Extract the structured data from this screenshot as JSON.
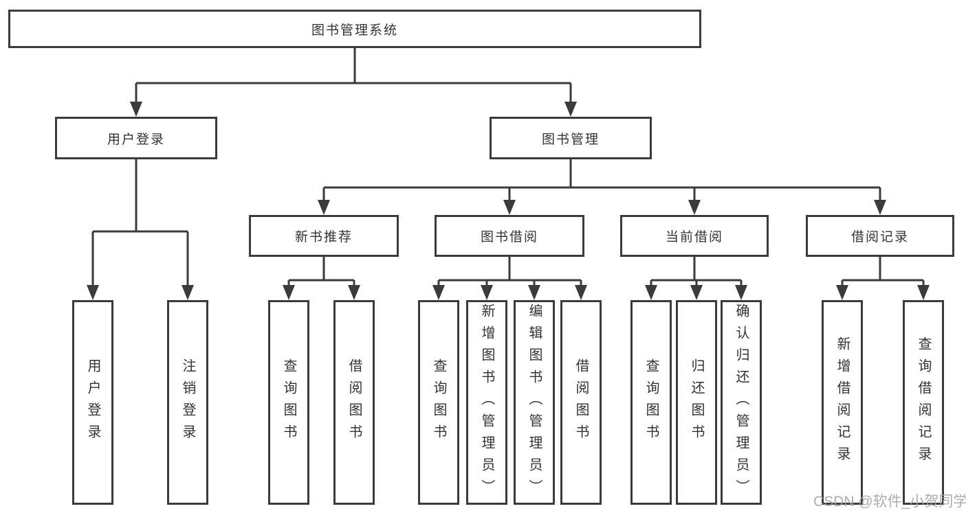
{
  "diagram": {
    "type": "tree",
    "root": {
      "label": "图书管理系统"
    },
    "level2": [
      {
        "id": "user-login",
        "label": "用户登录",
        "parent": "root"
      },
      {
        "id": "book-management",
        "label": "图书管理",
        "parent": "root"
      }
    ],
    "level3": [
      {
        "id": "new-book-recommend",
        "label": "新书推荐",
        "parent": "book-management"
      },
      {
        "id": "book-borrow",
        "label": "图书借阅",
        "parent": "book-management"
      },
      {
        "id": "current-borrow",
        "label": "当前借阅",
        "parent": "book-management"
      },
      {
        "id": "borrow-records",
        "label": "借阅记录",
        "parent": "book-management"
      }
    ],
    "leaves": {
      "user_login": [
        "用户登录",
        "注销登录"
      ],
      "new_book_recommend": [
        "查询图书",
        "借阅图书"
      ],
      "book_borrow": [
        "查询图书",
        "新增图书（管理员）",
        "编辑图书（管理员）",
        "借阅图书"
      ],
      "current_borrow": [
        "查询图书",
        "归还图书",
        "确认归还（管理员）"
      ],
      "borrow_records": [
        "新增借阅记录",
        "查询借阅记录"
      ]
    }
  },
  "watermark": "CSDN @软件_小贺同学",
  "colors": {
    "line": "#3b3b3b",
    "text": "#333333",
    "watermark": "#a5a5a5",
    "background": "#ffffff"
  }
}
